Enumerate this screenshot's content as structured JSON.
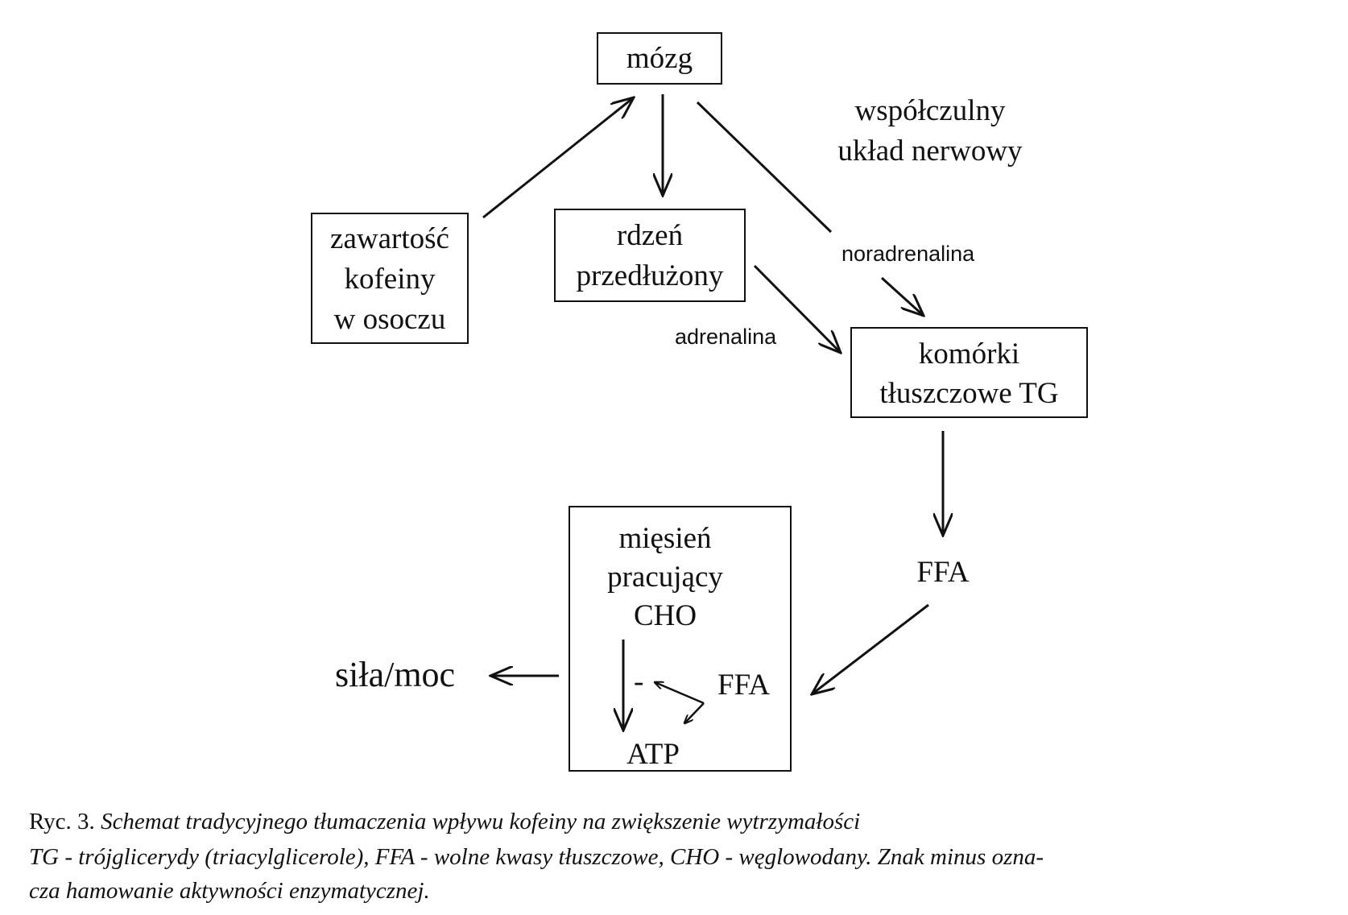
{
  "nodes": {
    "brain": "mózg",
    "sympathetic": [
      "współczulny",
      "układ nerwowy"
    ],
    "caffeine": [
      "zawartość",
      "kofeiny",
      "w osoczu"
    ],
    "medulla": [
      "rdzeń",
      "przedłużony"
    ],
    "noradrenaline": "noradrenalina",
    "adrenaline": "adrenalina",
    "fat_cells": [
      "komórki",
      "tłuszczowe TG"
    ],
    "ffa_outer": "FFA",
    "muscle": [
      "mięsień",
      "pracujący",
      "CHO"
    ],
    "minus": "-",
    "ffa_inner": "FFA",
    "atp": "ATP",
    "power": "siła/moc"
  },
  "caption": {
    "prefix": "Ryc. 3. ",
    "title": "Schemat tradycyjnego tłumaczenia wpływu kofeiny na zwiększenie wytrzymałości",
    "line2": "TG - trójglicerydy (triacylglicerole), FFA - wolne kwasy tłuszczowe, CHO - węglowodany. Znak minus ozna-",
    "line3": "cza hamowanie aktywności enzymatycznej."
  }
}
